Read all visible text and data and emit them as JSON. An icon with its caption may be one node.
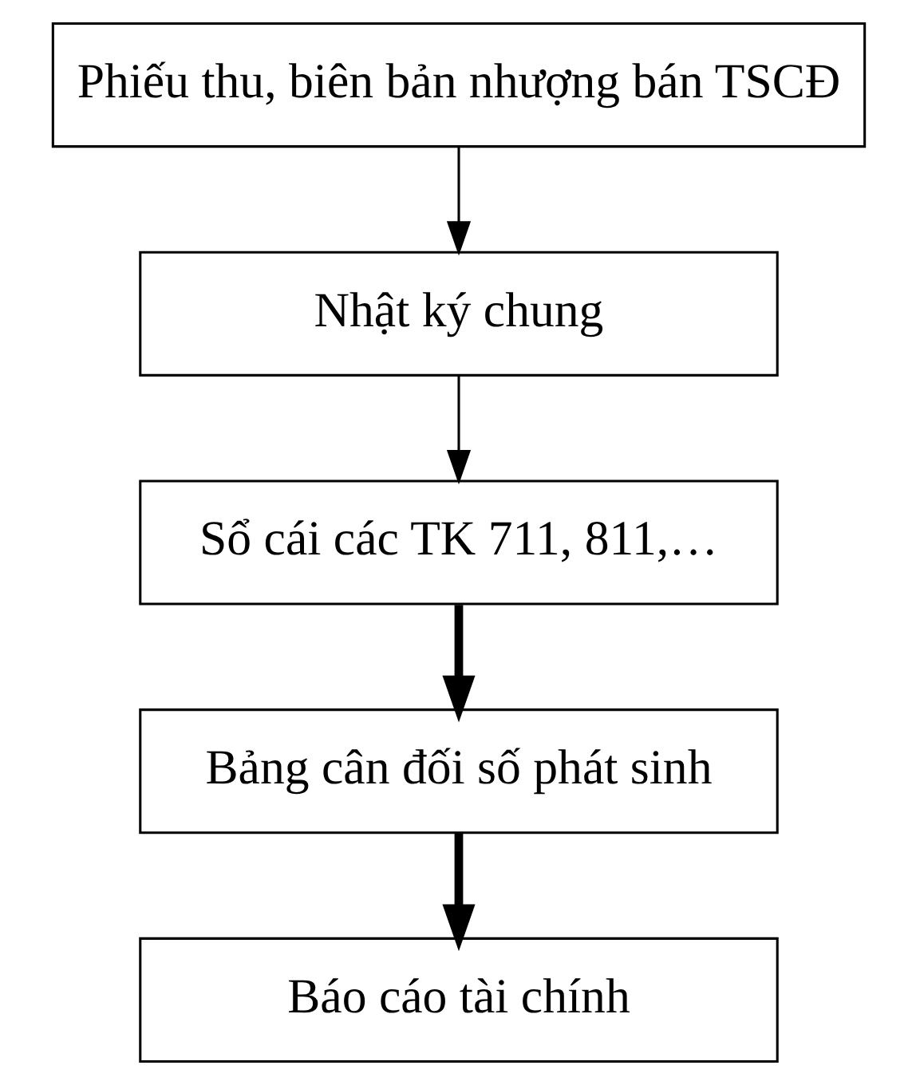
{
  "diagram": {
    "nodes": [
      {
        "text": [
          "Phiếu thu, biên bản nhượng bán TSCĐ"
        ]
      },
      {
        "text": [
          "Nhật ký chung"
        ]
      },
      {
        "text": [
          "Sổ cái các TK 711, 811,…"
        ]
      },
      {
        "text": [
          "Bảng cân đối số phát sinh"
        ]
      },
      {
        "text": [
          "Báo cáo tài chính"
        ]
      }
    ],
    "edges": [
      {
        "from": 0,
        "to": 1,
        "arrow": "to"
      },
      {
        "from": 1,
        "to": 2,
        "arrow": "to"
      },
      {
        "from": 2,
        "to": 3,
        "arrow": "to",
        "style": "thick"
      },
      {
        "from": 3,
        "to": 4,
        "arrow": "to",
        "style": "thick"
      }
    ]
  }
}
